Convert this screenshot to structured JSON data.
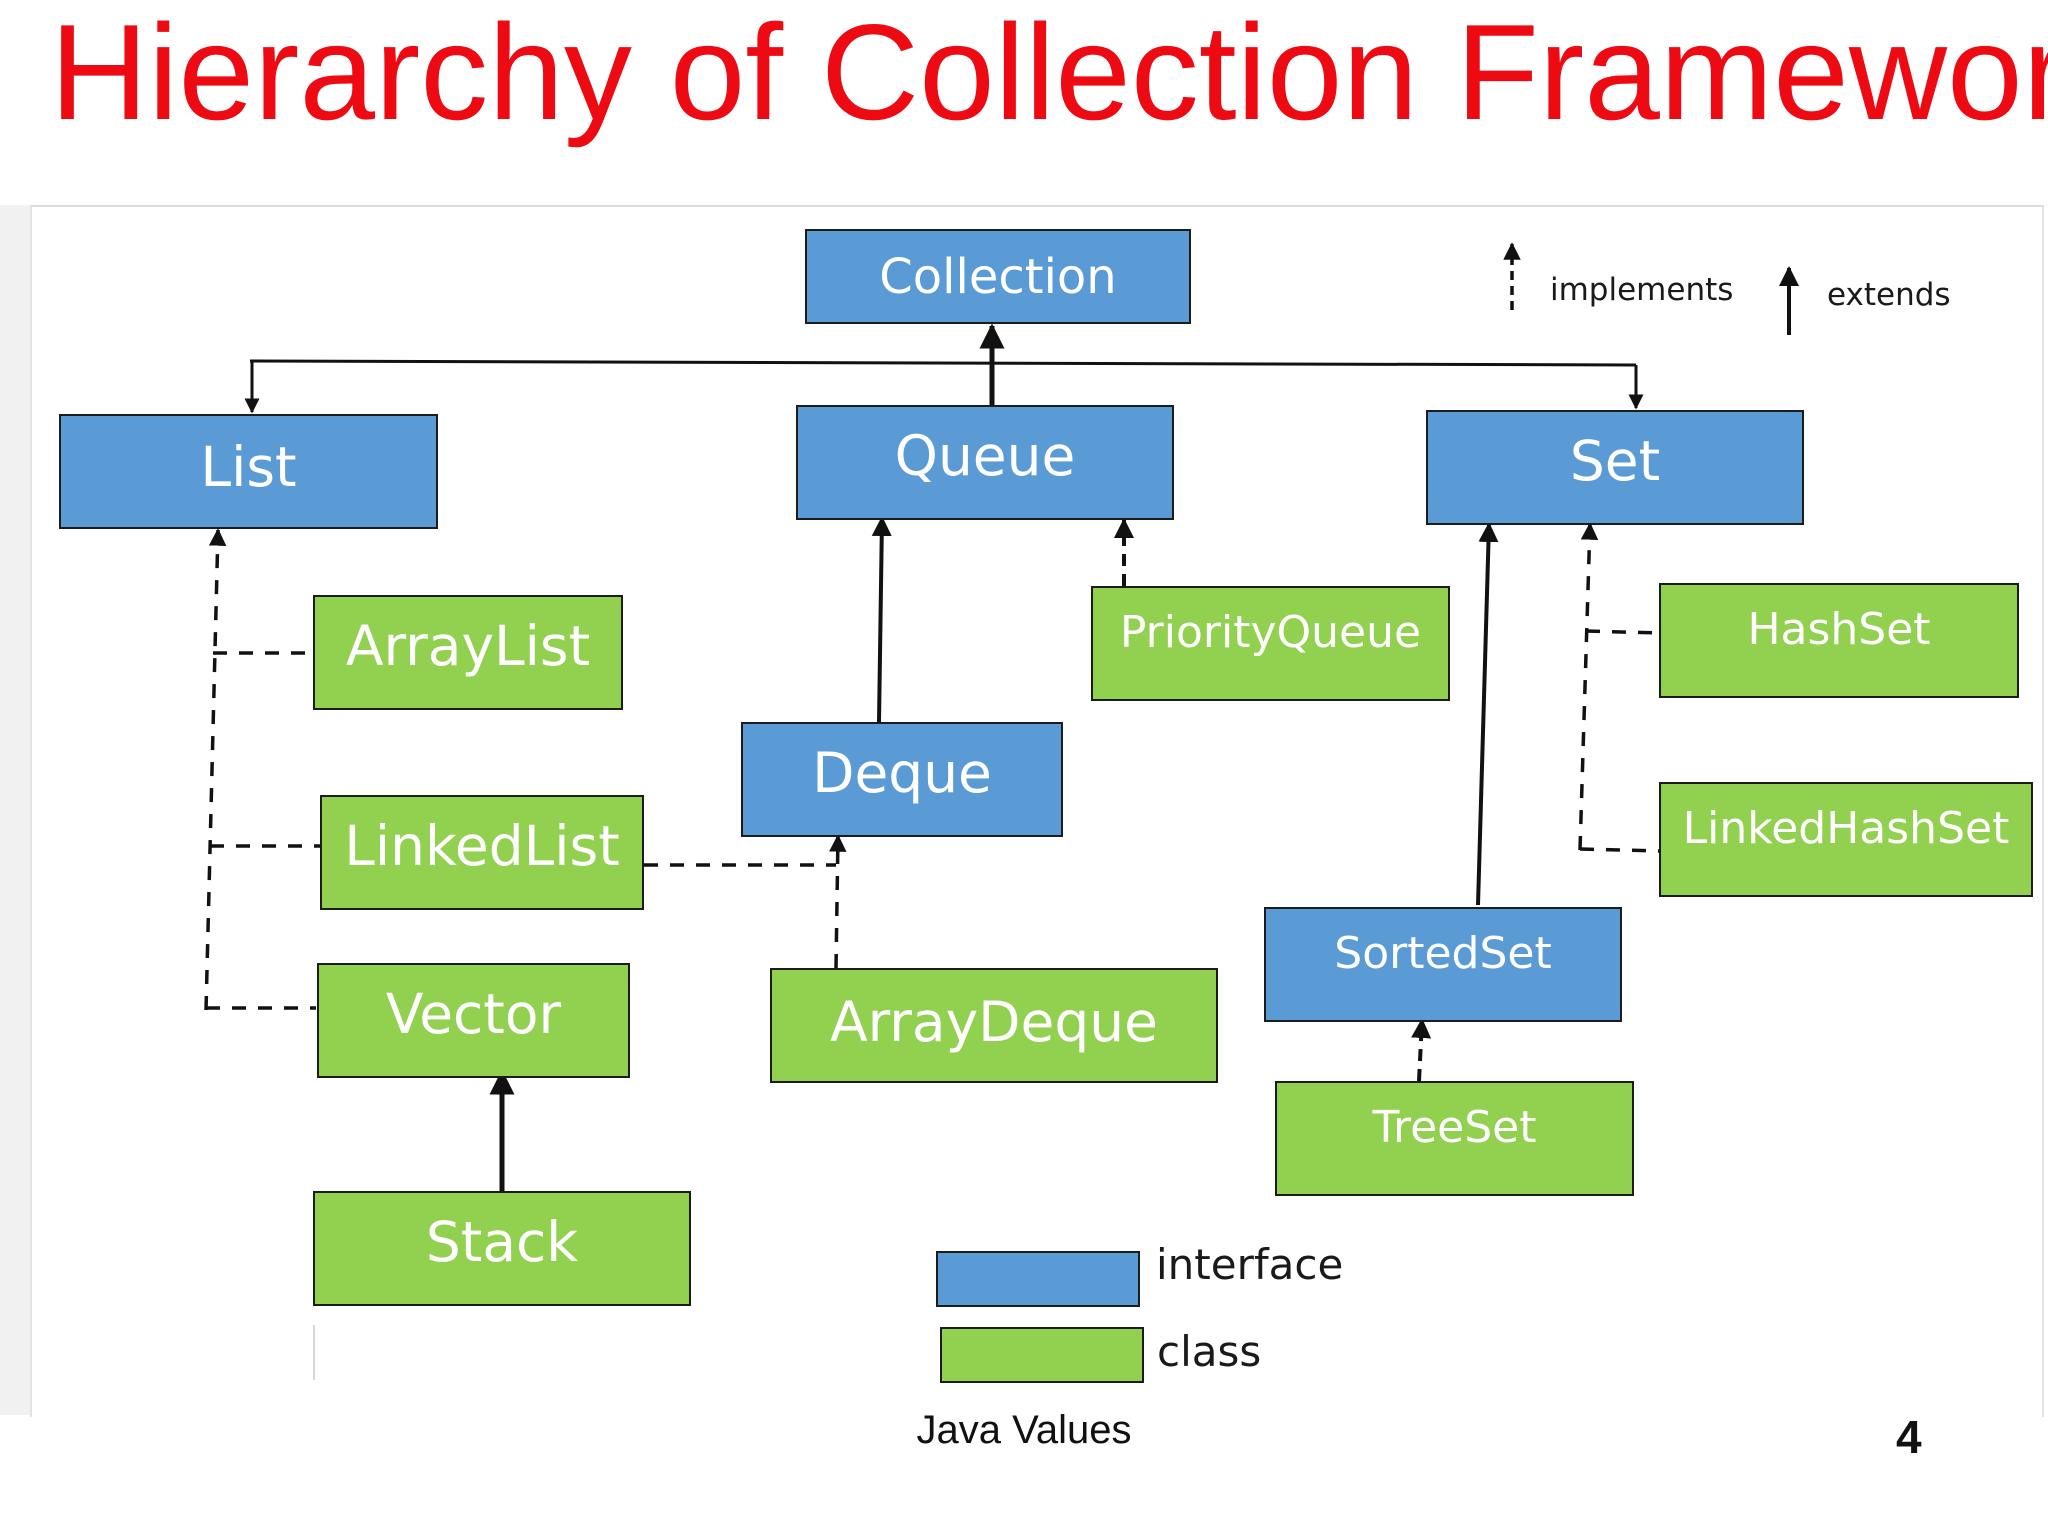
{
  "title": "Hierarchy of Collection Framework",
  "nodes": {
    "collection": "Collection",
    "list": "List",
    "queue": "Queue",
    "set": "Set",
    "arraylist": "ArrayList",
    "linkedlist": "LinkedList",
    "vector": "Vector",
    "stack": "Stack",
    "deque": "Deque",
    "priorityqueue": "PriorityQueue",
    "arraydeque": "ArrayDeque",
    "hashset": "HashSet",
    "linkedhashset": "LinkedHashSet",
    "sortedset": "SortedSet",
    "treeset": "TreeSet"
  },
  "legend": {
    "implements": "implements",
    "extends": "extends",
    "interface": "interface",
    "class": "class"
  },
  "colors": {
    "interface": "#5b9bd5",
    "class": "#92d050",
    "title": "#ee0a12"
  },
  "footer": {
    "text": "Java Values",
    "page": "4"
  }
}
